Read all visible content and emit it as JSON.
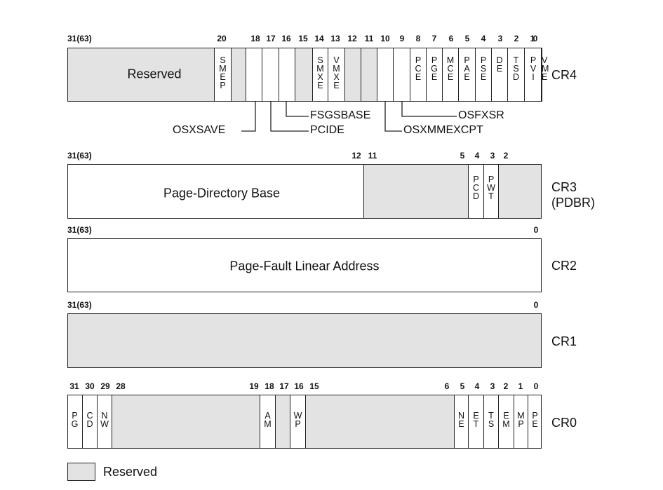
{
  "cr4": {
    "name": "CR4",
    "bit_labels": [
      "31(63)",
      "20",
      "18",
      "17",
      "16",
      "15",
      "14",
      "13",
      "12",
      "11",
      "10",
      "9",
      "8",
      "7",
      "6",
      "5",
      "4",
      "3",
      "2",
      "1",
      "0"
    ],
    "fields": [
      {
        "name": "Reserved",
        "reserved": true
      },
      {
        "name": "SMEP",
        "reserved": false
      },
      {
        "name": "",
        "reserved": true
      },
      {
        "name": "",
        "reserved": false
      },
      {
        "name": "",
        "reserved": false
      },
      {
        "name": "",
        "reserved": false
      },
      {
        "name": "",
        "reserved": true
      },
      {
        "name": "SMXE",
        "reserved": false
      },
      {
        "name": "VMXE",
        "reserved": false
      },
      {
        "name": "",
        "reserved": true
      },
      {
        "name": "",
        "reserved": true
      },
      {
        "name": "",
        "reserved": false
      },
      {
        "name": "",
        "reserved": false
      },
      {
        "name": "PCE",
        "reserved": false
      },
      {
        "name": "PGE",
        "reserved": false
      },
      {
        "name": "MCE",
        "reserved": false
      },
      {
        "name": "PAE",
        "reserved": false
      },
      {
        "name": "PSE",
        "reserved": false
      },
      {
        "name": "DE",
        "reserved": false
      },
      {
        "name": "TSD",
        "reserved": false
      },
      {
        "name": "PVI",
        "reserved": false
      },
      {
        "name": "VME",
        "reserved": false
      }
    ],
    "callouts": [
      "OSXSAVE",
      "PCIDE",
      "FSGSBASE",
      "OSXMMEXCPT",
      "OSFXSR"
    ]
  },
  "cr3": {
    "name": "CR3",
    "name2": "(PDBR)",
    "bit_labels": [
      "31(63)",
      "12",
      "11",
      "5",
      "4",
      "3",
      "2"
    ],
    "fields": [
      {
        "name": "Page-Directory Base",
        "reserved": false
      },
      {
        "name": "",
        "reserved": true
      },
      {
        "name": "PCD",
        "reserved": false
      },
      {
        "name": "PWT",
        "reserved": false
      },
      {
        "name": "",
        "reserved": true
      }
    ]
  },
  "cr2": {
    "name": "CR2",
    "bit_labels": [
      "31(63)",
      "0"
    ],
    "fields": [
      {
        "name": "Page-Fault Linear Address",
        "reserved": false
      }
    ]
  },
  "cr1": {
    "name": "CR1",
    "bit_labels": [
      "31(63)",
      "0"
    ],
    "fields": [
      {
        "name": "",
        "reserved": true
      }
    ]
  },
  "cr0": {
    "name": "CR0",
    "bit_labels": [
      "31",
      "30",
      "29",
      "28",
      "19",
      "18",
      "17",
      "16",
      "15",
      "6",
      "5",
      "4",
      "3",
      "2",
      "1",
      "0"
    ],
    "fields": [
      {
        "name": "PG",
        "reserved": false
      },
      {
        "name": "CD",
        "reserved": false
      },
      {
        "name": "NW",
        "reserved": false
      },
      {
        "name": "",
        "reserved": true
      },
      {
        "name": "AM",
        "reserved": false
      },
      {
        "name": "",
        "reserved": true
      },
      {
        "name": "WP",
        "reserved": false
      },
      {
        "name": "",
        "reserved": true
      },
      {
        "name": "NE",
        "reserved": false
      },
      {
        "name": "ET",
        "reserved": false
      },
      {
        "name": "TS",
        "reserved": false
      },
      {
        "name": "EM",
        "reserved": false
      },
      {
        "name": "MP",
        "reserved": false
      },
      {
        "name": "PE",
        "reserved": false
      }
    ]
  },
  "legend": {
    "label": "Reserved"
  },
  "colors": {
    "reserved": "#e3e3e3",
    "line": "#222222"
  }
}
